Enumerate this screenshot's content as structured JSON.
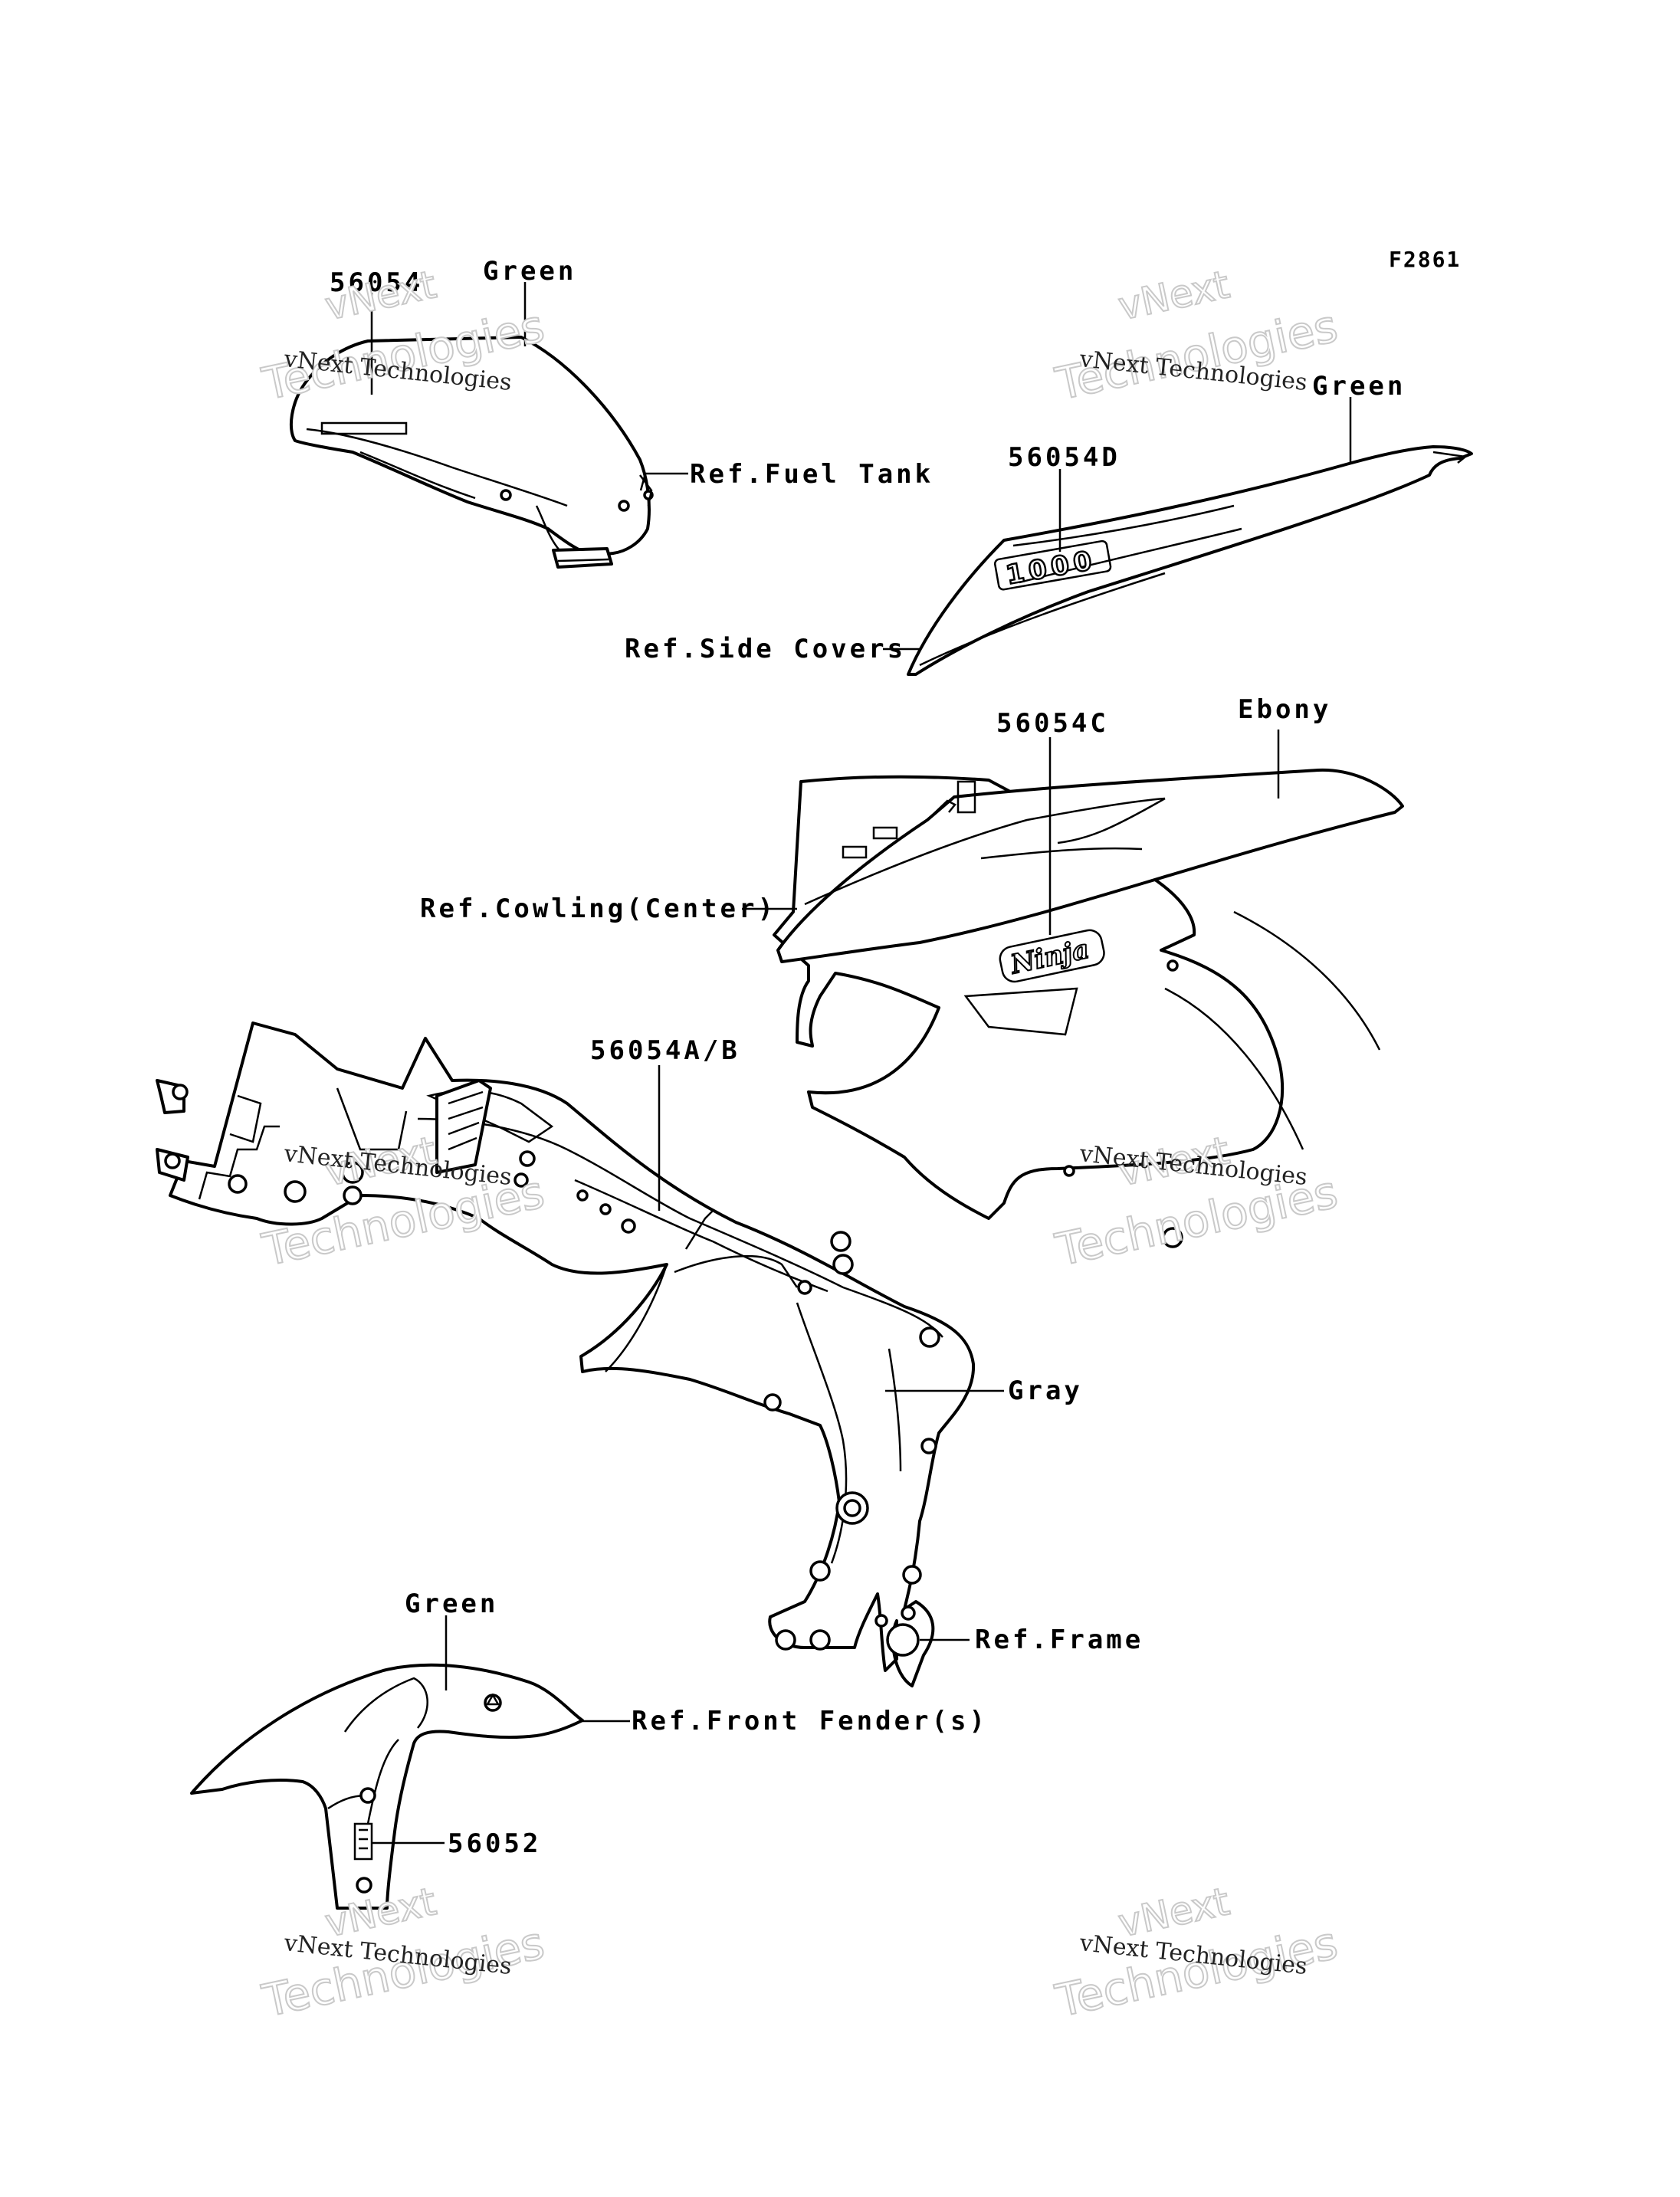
{
  "figure_code": "F2861",
  "labels": {
    "tank_part": "56054",
    "tank_color": "Green",
    "tank_ref": "Ref.Fuel Tank",
    "side_color": "Green",
    "side_part": "56054D",
    "side_ref": "Ref.Side Covers",
    "cowl_part": "56054C",
    "cowl_color": "Ebony",
    "cowl_ref": "Ref.Cowling(Center)",
    "frame_part": "56054A/B",
    "frame_color": "Gray",
    "frame_ref": "Ref.Frame",
    "fender_color": "Green",
    "fender_ref": "Ref.Front Fender(s)",
    "fender_part": "56052"
  },
  "decals": {
    "side_cover_decal": "1000",
    "cowl_decal": "Ninja"
  },
  "watermark": {
    "line1": "vNext Technologies",
    "big_a": "vNext",
    "big_b": "Technologies"
  },
  "colors": {
    "line": "#000000",
    "background": "#ffffff",
    "watermark_outline": "#c9c9c9"
  }
}
